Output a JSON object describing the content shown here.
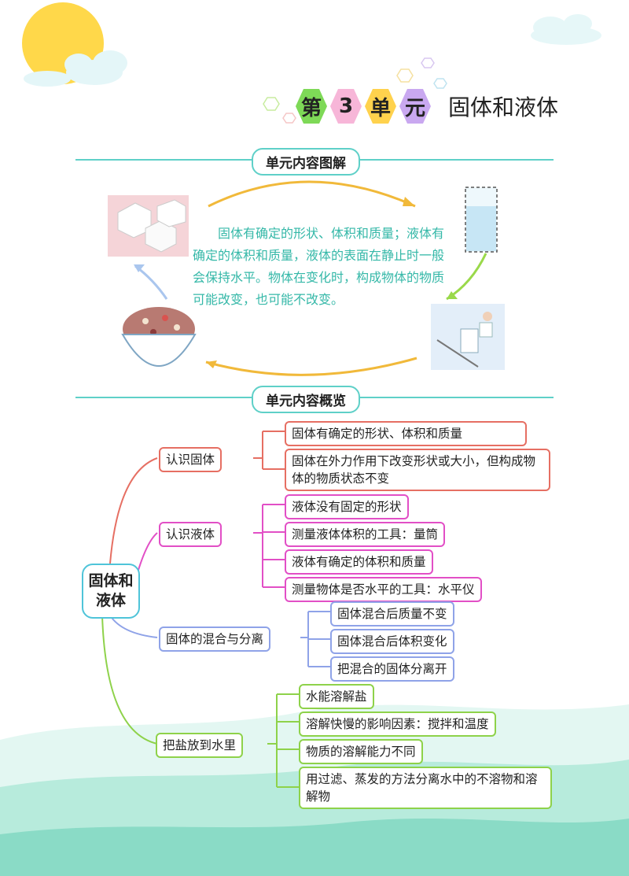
{
  "header": {
    "unit_chars": [
      "第",
      "3",
      "单",
      "元"
    ],
    "unit_colors": [
      "#7ed957",
      "#f7b6d8",
      "#ffd24d",
      "#c9a8f0"
    ],
    "unit_name": "固体和液体"
  },
  "section1": {
    "title": "单元内容图解",
    "text": "固体有确定的形状、体积和质量；液体有确定的体积和质量，液体的表面在静止时一般会保持水平。物体在变化时，构成物体的物质可能改变，也可能不改变。"
  },
  "section2": {
    "title": "单元内容概览",
    "root": "固体和液体",
    "branches": [
      {
        "label": "认识固体",
        "color": "#e66f63",
        "items": [
          "固体有确定的形状、体积和质量",
          "固体在外力作用下改变形状或大小，但构成物体的物质状态不变"
        ]
      },
      {
        "label": "认识液体",
        "color": "#e24fc6",
        "items": [
          "液体没有固定的形状",
          "测量液体体积的工具：量筒",
          "液体有确定的体积和质量",
          "测量物体是否水平的工具：水平仪"
        ]
      },
      {
        "label": "固体的混合与分离",
        "color": "#8fa3e8",
        "items": [
          "固体混合后质量不变",
          "固体混合后体积变化",
          "把混合的固体分离开"
        ]
      },
      {
        "label": "把盐放到水里",
        "color": "#8ed24a",
        "items": [
          "水能溶解盐",
          "溶解快慢的影响因素：搅拌和温度",
          "物质的溶解能力不同",
          "用过滤、蒸发的方法分离水中的不溶物和溶解物"
        ]
      }
    ]
  }
}
